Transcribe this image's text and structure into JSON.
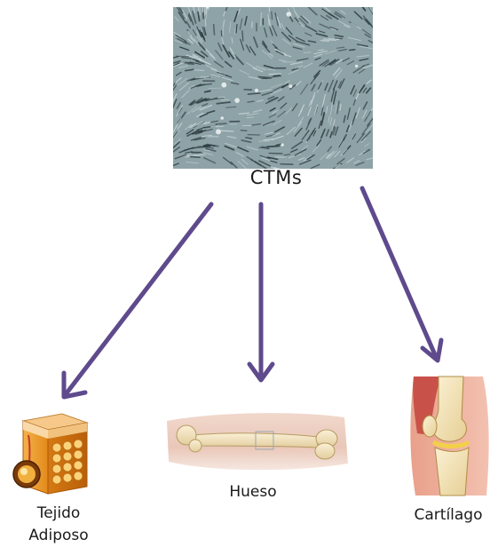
{
  "source": {
    "label": "CTMs"
  },
  "targets": [
    {
      "label": "Tejido Adiposo",
      "icon": "adipose-tissue-icon"
    },
    {
      "label": "Hueso",
      "icon": "femur-bone-icon"
    },
    {
      "label": "Cartílago",
      "icon": "knee-cartilage-icon"
    }
  ],
  "colors": {
    "arrow": "#5e4a8c",
    "cell_background": "#8da2a6",
    "cell_stroke": "#2d3a3f"
  }
}
